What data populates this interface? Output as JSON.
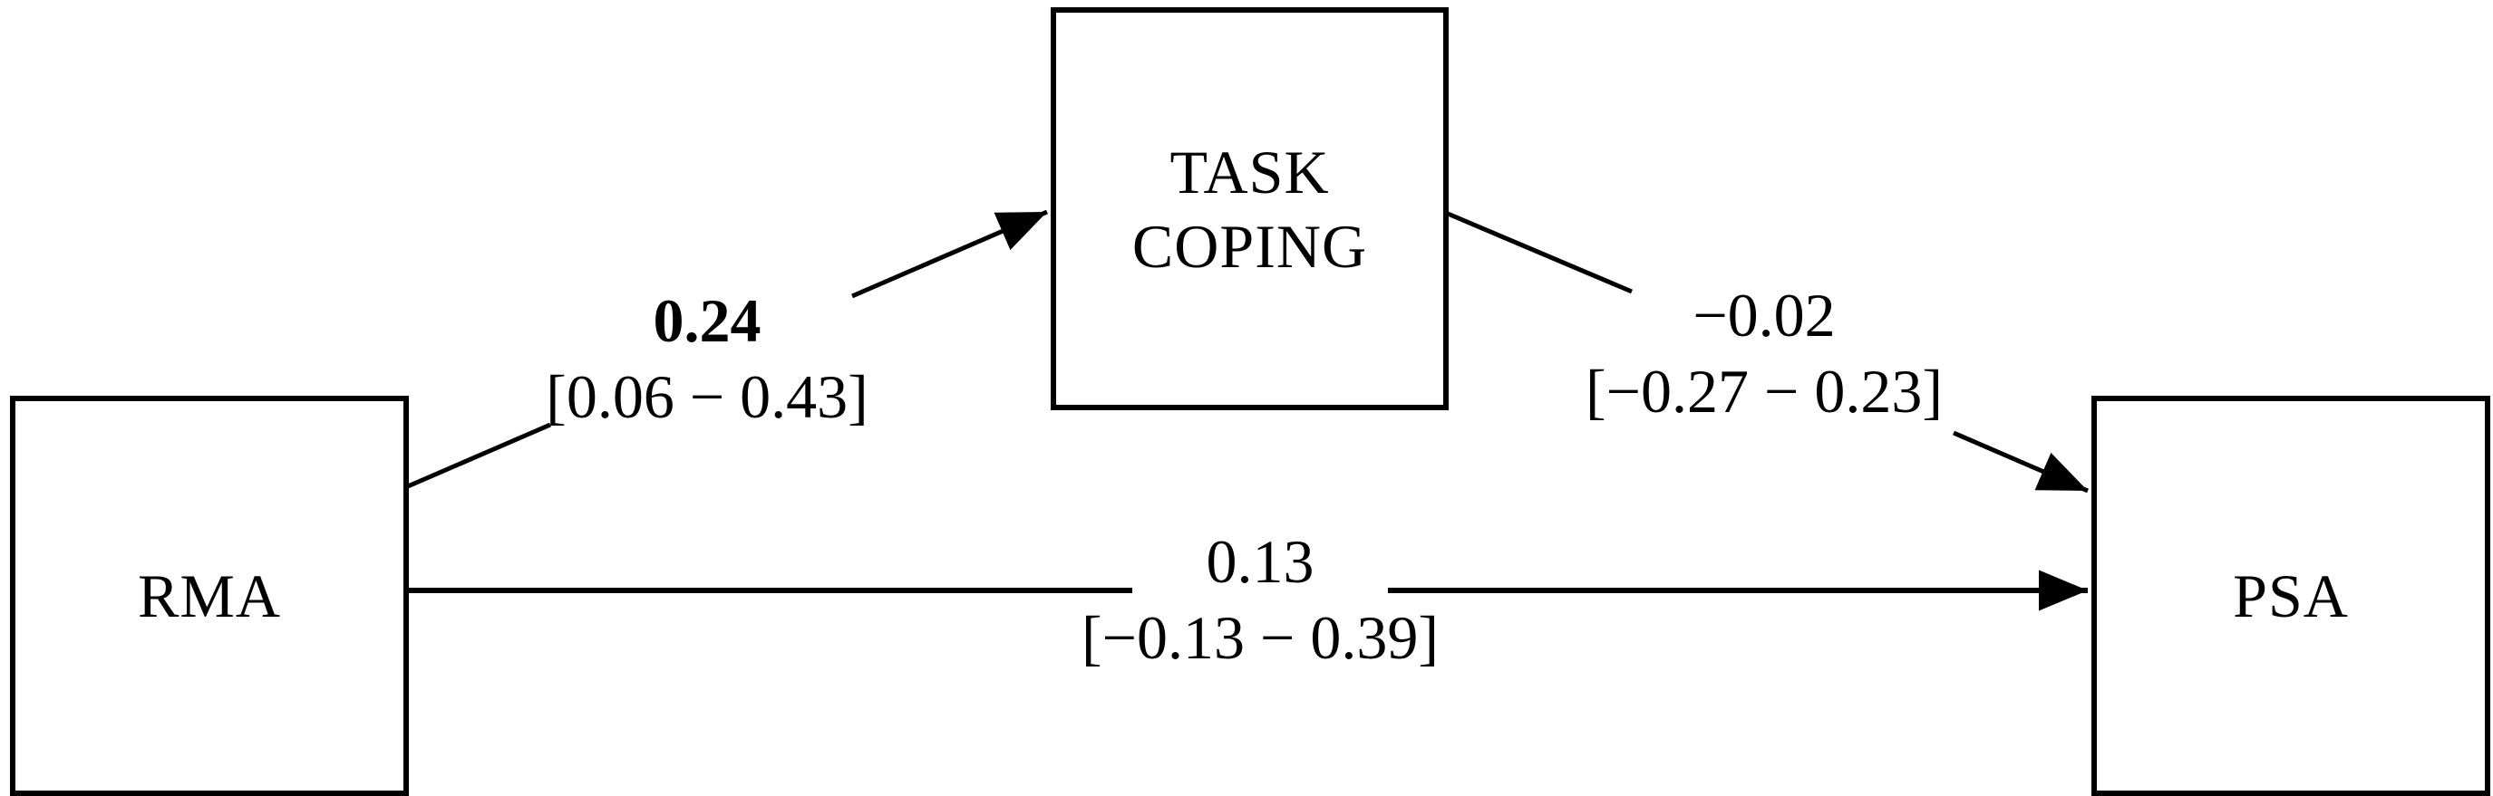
{
  "figure": {
    "type": "mediation-path-diagram",
    "background": "#ffffff",
    "ink": "#000000",
    "nodes": {
      "predictor": {
        "label": "RMA"
      },
      "mediator": {
        "line1": "TASK",
        "line2": "COPING"
      },
      "outcome": {
        "label": "PSA"
      }
    },
    "paths": {
      "a": {
        "from": "RMA",
        "to": "TASK COPING",
        "estimate": "0.24",
        "ci": "[0.06 − 0.43]"
      },
      "b": {
        "from": "TASK COPING",
        "to": "PSA",
        "estimate": "−0.02",
        "ci": "[−0.27 − 0.23]"
      },
      "c": {
        "from": "RMA",
        "to": "PSA",
        "estimate": "0.13",
        "ci": "[−0.13 − 0.39]"
      }
    }
  }
}
